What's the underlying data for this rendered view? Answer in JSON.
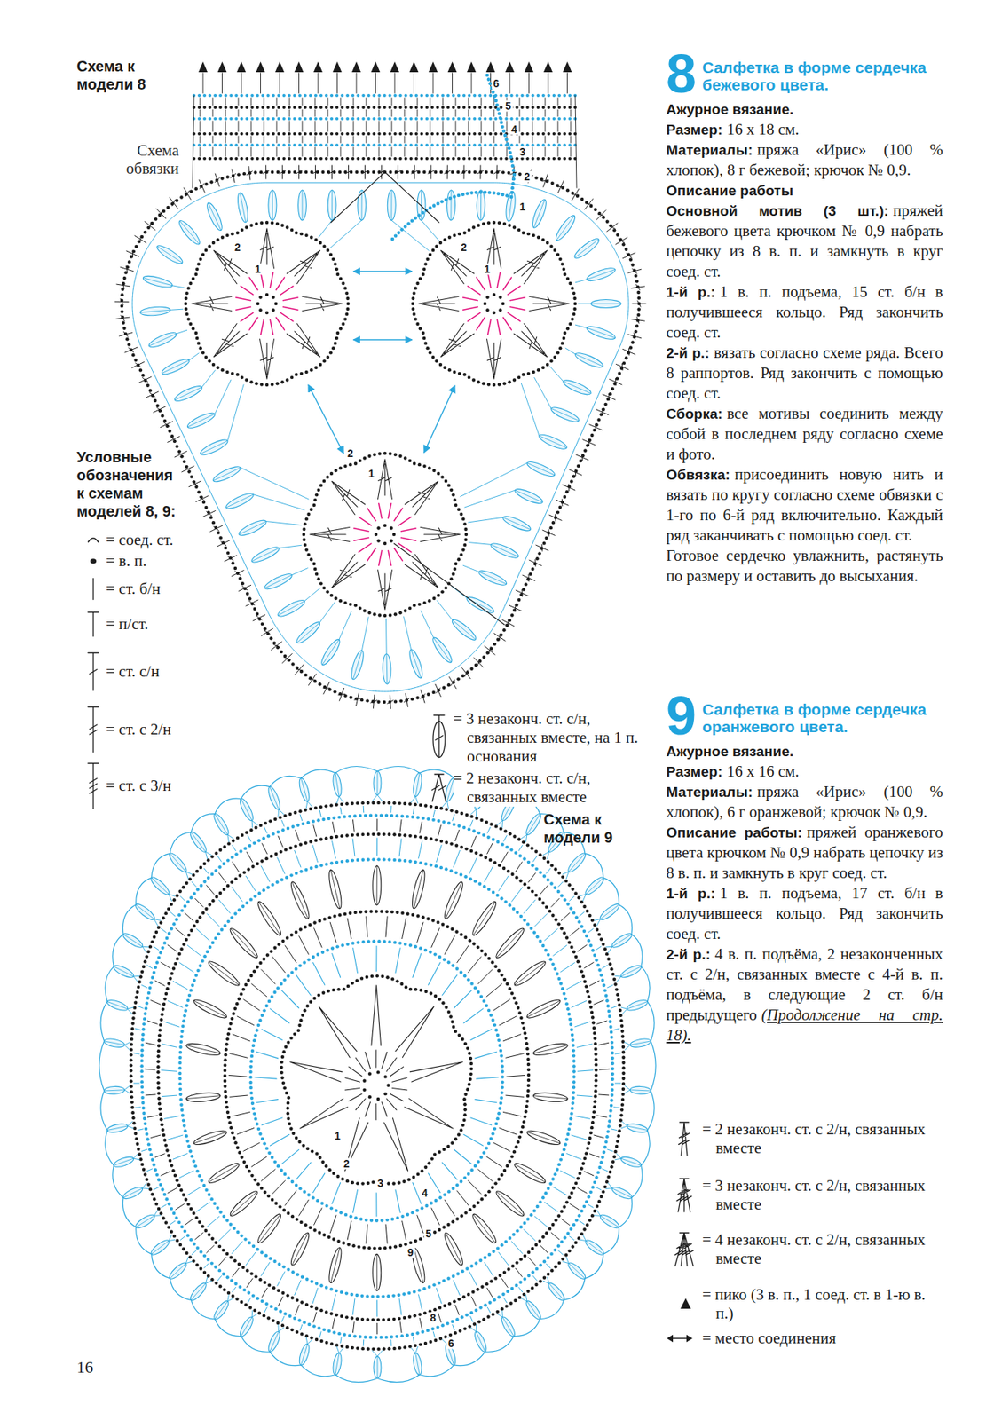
{
  "diagram": {
    "labels": [
      "Схема к модели 8",
      "Схема обвязки",
      "6",
      "5",
      "4",
      "3",
      "2",
      "1",
      "2",
      "1",
      "2",
      "1",
      "2",
      "1",
      "Условные обозначения к схемам моделей 8, 9:",
      "Схема к модели 9",
      "1",
      "2",
      "3",
      "4",
      "5",
      "9",
      "8",
      "6",
      "16",
      "8",
      "Салфетка в форме сердечка бежевого цвета.",
      "Ажурное вязание.",
      "Размер:",
      "16 х 18 см.",
      "Материалы:",
      "пряжа «Ирис» (100 % хлопок), 8 г бежевой; крючок № 0,9.",
      "Описание работы",
      "Основной мотив (3 шт.):",
      "пряжей бежевого цвета крючком № 0,9 набрать цепочку из 8 в. п. и замкнуть в круг соед. ст.",
      "1-й р.:",
      "1 в. п. подъема, 15 ст. б/н в получившееся кольцо. Ряд закончить соед. ст.",
      "2-й р.:",
      "вязать согласно схеме ряда. Всего 8 раппортов. Ряд закончить с помощью соед. ст.",
      "Сборка:",
      "все мотивы соединить между собой в последнем ряду согласно схеме и фото.",
      "Обвязка:",
      "присоединить новую нить и вязать по кругу согласно схеме обвязки с 1-го по 6-й ряд включительно. Каждый ряд заканчивать с помощью соед. ст.",
      "Готовое сердечко увлажнить, растянуть по размеру и оставить до высыхания.",
      "9",
      "Салфетка в форме сердечка оранжевого цвета.",
      "Ажурное вязание.",
      "Размер:",
      "16 х 16 см.",
      "Материалы:",
      "пряжа «Ирис» (100 % хлопок), 6 г оранжевой; крючок № 0,9.",
      "Описание работы:",
      "пряжей оранжевого цвета крючком № 0,9 набрать цепочку из 8 в. п. и замкнуть в круг соед. ст.",
      "1-й р.:",
      "1 в. п. подъема, 17 ст. б/н в получившееся кольцо. Ряд закончить соед. ст.",
      "2-й р.:",
      "4 в. п. подъёма, 2 незаконченных ст. с 2/н, связанных вместе с 4-й в. п. подъёма, в следующие 2 ст. б/н предыдущего",
      "(Продолжение на стр. 18)."
    ],
    "legend": [
      {
        "text": "= соед. ст."
      },
      {
        "text": "= в. п."
      },
      {
        "text": "= ст. б/н"
      },
      {
        "text": "= п/ст."
      },
      {
        "text": "= ст. с/н"
      },
      {
        "text": "= ст. с 2/н"
      },
      {
        "text": "= ст. с 3/н"
      },
      {
        "text": "= 3 незаконч. ст. с/н, связанных вместе, на 1 п. основания"
      },
      {
        "text": "= 2 незаконч. ст. с/н, связанных вместе"
      },
      {
        "text": "= 2 незаконч. ст. с 2/н, связанных вместе"
      },
      {
        "text": "= 3 незаконч. ст. с 2/н, связанных вместе"
      },
      {
        "text": "= 4 незаконч. ст. с 2/н, связанных вместе"
      },
      {
        "text": "= пико (3 в. п., 1 соед. ст. в 1-ю в. п.)"
      },
      {
        "text": "= место соединения"
      }
    ]
  }
}
